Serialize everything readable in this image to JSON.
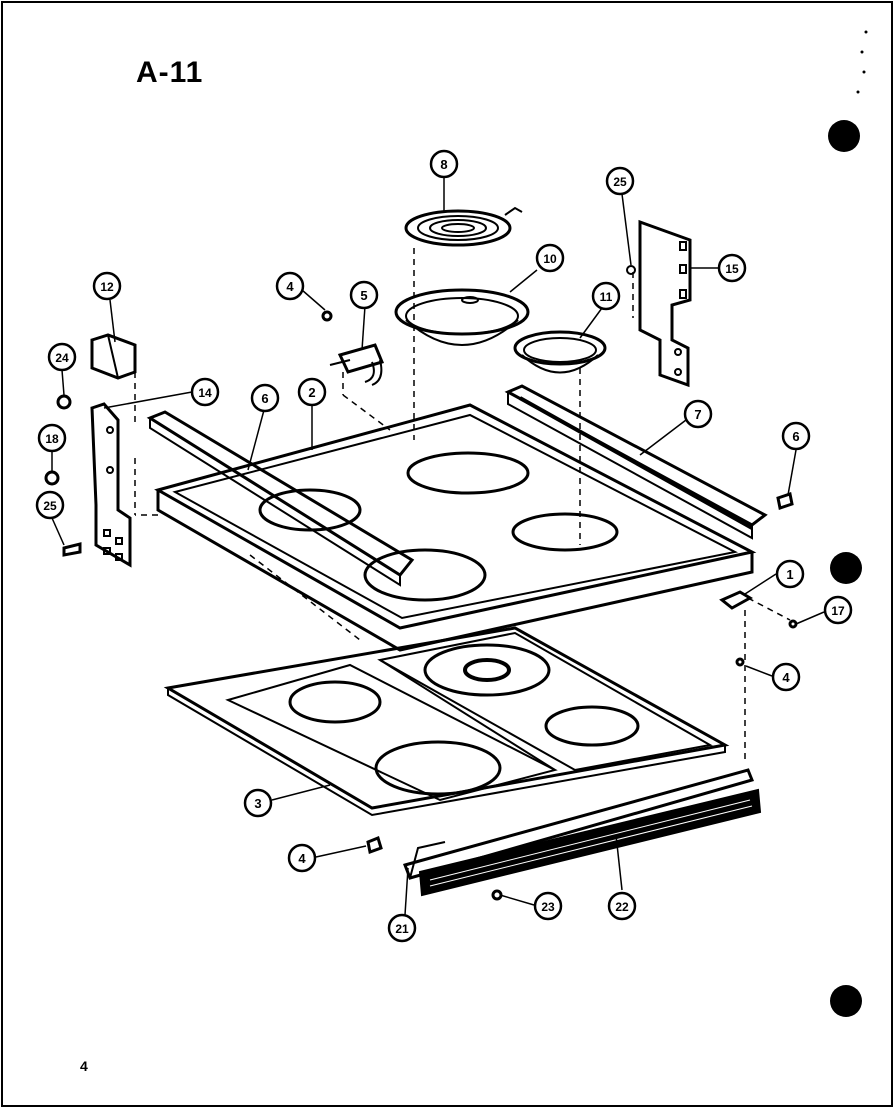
{
  "title": "A-11",
  "page_number": "4",
  "callouts": [
    {
      "id": "8",
      "label": "8"
    },
    {
      "id": "10",
      "label": "10"
    },
    {
      "id": "11",
      "label": "11"
    },
    {
      "id": "25a",
      "label": "25"
    },
    {
      "id": "15",
      "label": "15"
    },
    {
      "id": "4a",
      "label": "4"
    },
    {
      "id": "5",
      "label": "5"
    },
    {
      "id": "12",
      "label": "12"
    },
    {
      "id": "24",
      "label": "24"
    },
    {
      "id": "14",
      "label": "14"
    },
    {
      "id": "6a",
      "label": "6"
    },
    {
      "id": "2",
      "label": "2"
    },
    {
      "id": "7",
      "label": "7"
    },
    {
      "id": "6b",
      "label": "6"
    },
    {
      "id": "18",
      "label": "18"
    },
    {
      "id": "25b",
      "label": "25"
    },
    {
      "id": "1",
      "label": "1"
    },
    {
      "id": "17",
      "label": "17"
    },
    {
      "id": "4b",
      "label": "4"
    },
    {
      "id": "3",
      "label": "3"
    },
    {
      "id": "4c",
      "label": "4"
    },
    {
      "id": "23",
      "label": "23"
    },
    {
      "id": "22",
      "label": "22"
    },
    {
      "id": "21",
      "label": "21"
    }
  ]
}
